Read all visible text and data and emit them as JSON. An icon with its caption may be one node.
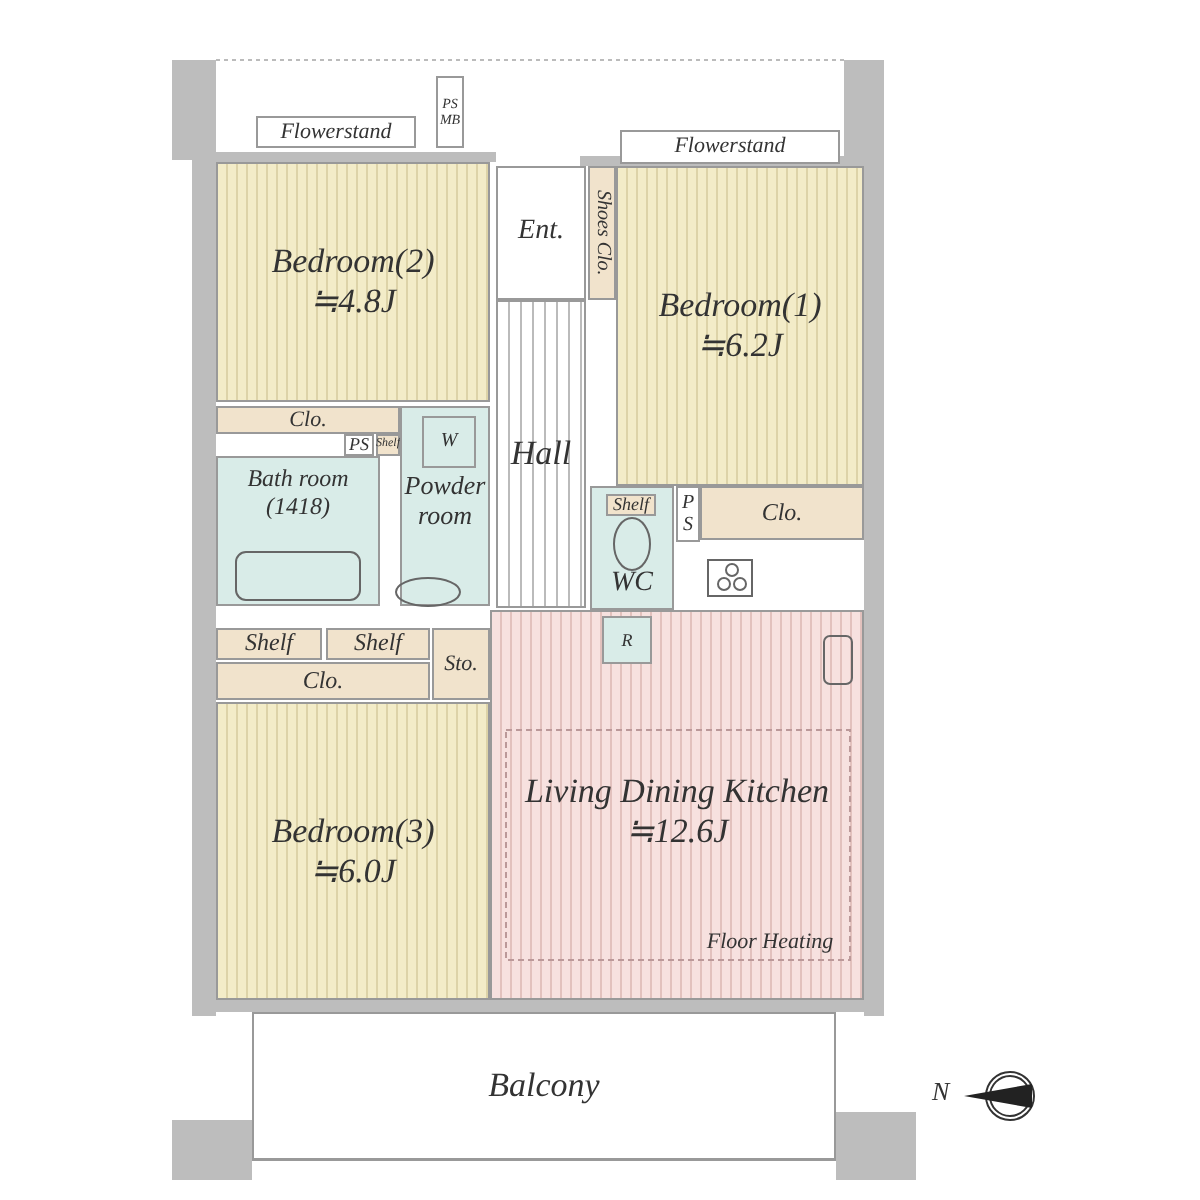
{
  "diagram": {
    "nodes": [
      {
        "text": [
          "Flowerstand"
        ]
      },
      {
        "text": [
          "PS MB"
        ]
      },
      {
        "text": [
          "Flowerstand"
        ]
      },
      {
        "text": [
          "Bedroom(2)",
          "≒4.8J"
        ]
      },
      {
        "text": [
          "Ent."
        ]
      },
      {
        "text": [
          "Shoes Clo."
        ]
      },
      {
        "text": [
          "Bedroom(1)",
          "≒6.2J"
        ]
      },
      {
        "text": [
          "Clo."
        ]
      },
      {
        "text": [
          "PS"
        ]
      },
      {
        "text": [
          "Shelf"
        ]
      },
      {
        "text": [
          "Powder room"
        ]
      },
      {
        "text": [
          "W"
        ],
        "in": 10
      },
      {
        "text": [
          "Bath room (1418)"
        ]
      },
      {
        "text": [
          "Hall"
        ]
      },
      {
        "text": [
          "WC"
        ]
      },
      {
        "text": [
          "Shelf"
        ],
        "in": 14
      },
      {
        "text": [
          "P S"
        ]
      },
      {
        "text": [
          "Clo."
        ]
      },
      {
        "text": [
          "Shelf"
        ]
      },
      {
        "text": [
          "Shelf"
        ]
      },
      {
        "text": [
          "Clo."
        ]
      },
      {
        "text": [
          "Sto."
        ]
      },
      {
        "text": [
          "Living Dining Kitchen",
          "≒12.6J"
        ]
      },
      {
        "text": [
          "R"
        ],
        "in": 22
      },
      {
        "text": [
          "Floor Heating"
        ],
        "in": 22
      },
      {
        "text": [
          "Bedroom(3)",
          "≒6.0J"
        ]
      },
      {
        "text": [
          "Balcony"
        ]
      }
    ],
    "labels": [
      "N"
    ]
  }
}
